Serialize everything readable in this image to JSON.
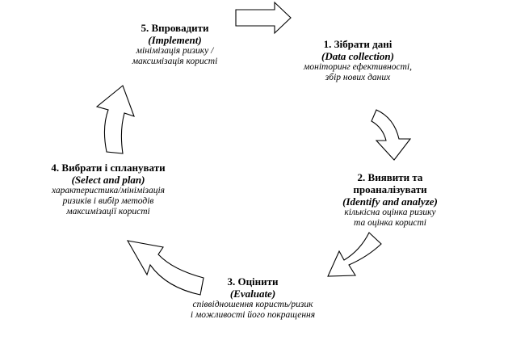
{
  "steps": [
    {
      "title": "5. Впровадити",
      "english": "(Implement)",
      "desc": [
        "мінімізація ризику /",
        "максимізація користі"
      ]
    },
    {
      "title": "1. Зібрати дані",
      "english": "(Data collection)",
      "desc": [
        "моніторинг ефективності,",
        "збір нових даних"
      ]
    },
    {
      "title_lines": [
        "2. Виявити та",
        "проаналізувати"
      ],
      "english": "(Identify and analyze)",
      "desc": [
        "кількісна оцінка ризику",
        "та оцінка користі"
      ]
    },
    {
      "title": "3. Оцінити",
      "english": "(Evaluate)",
      "desc": [
        "співвідношення користь/ризик",
        "і можливості його покращення"
      ]
    },
    {
      "title": "4. Вибрати і спланувати",
      "english": "(Select and plan)",
      "desc": [
        "характеристика/мінімізація",
        "ризиків і  вибір методів",
        "максимізації користі"
      ]
    }
  ]
}
